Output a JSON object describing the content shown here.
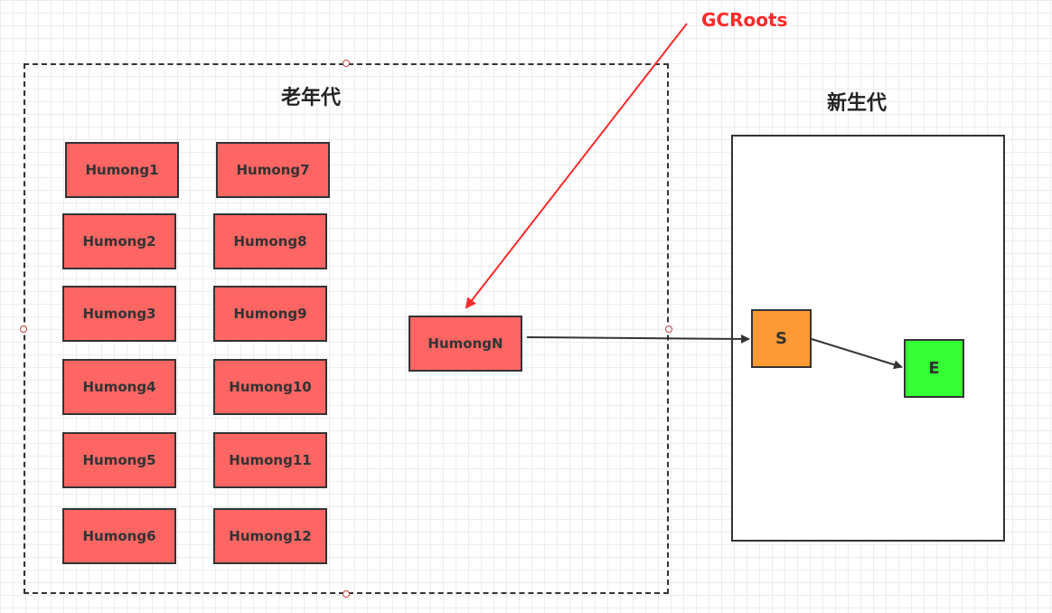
{
  "old_gen": {
    "title": "老年代"
  },
  "young_gen": {
    "title": "新生代"
  },
  "gcroots": {
    "label": "GCRoots",
    "color": "#ff2a2a"
  },
  "humong_blocks": [
    "Humong1",
    "Humong2",
    "Humong3",
    "Humong4",
    "Humong5",
    "Humong6",
    "Humong7",
    "Humong8",
    "Humong9",
    "Humong10",
    "Humong11",
    "Humong12"
  ],
  "humong_n": {
    "label": "HumongN"
  },
  "s_node": {
    "label": "S"
  },
  "e_node": {
    "label": "E"
  },
  "colors": {
    "humong": "#fe6664",
    "s": "#fe9a33",
    "e": "#33ff33"
  }
}
